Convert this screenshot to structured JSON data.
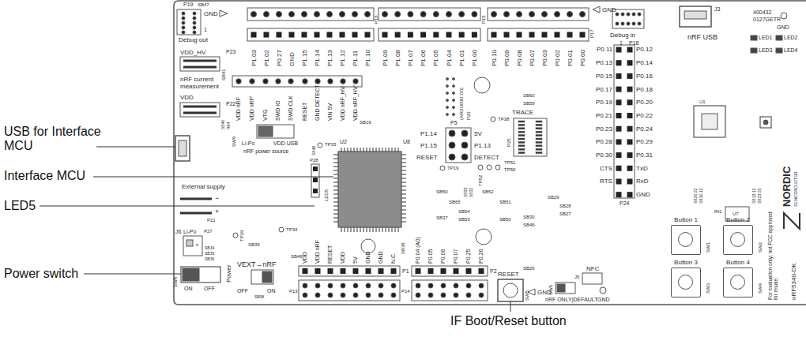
{
  "diagram": {
    "nodes": [
      {
        "text": [
          "Button 1"
        ]
      },
      {
        "text": [
          "Button 2"
        ]
      },
      {
        "text": [
          "Button 3"
        ]
      },
      {
        "text": [
          "Button 4"
        ]
      }
    ],
    "labels": [
      "USB for Interface MCU",
      "Interface MCU",
      "LED5",
      "Power switch",
      "IF Boot/Reset button",
      "P1.03",
      "P1.02",
      "P0.27",
      "GND",
      "P1.15",
      "P1.14",
      "P1.13",
      "P1.12",
      "P1.11",
      "P1.10",
      "P1.09",
      "P1.08",
      "P1.07",
      "P1.06",
      "P1.05",
      "P1.04",
      "P1.01",
      "P1.00",
      "P0.10",
      "P0.09",
      "P0.08",
      "P0.07",
      "P0.03",
      "P0.02",
      "P0.01",
      "P0.00",
      "VDD nRF",
      "VDD nRF'",
      "VTG",
      "SWD IO",
      "SWD CLK",
      "RESET",
      "GND DETECT",
      "VIN 5V",
      "VDD nRF_HV",
      "VDD nRF_HV'",
      "P0.11",
      "P0.13",
      "P0.15",
      "P0.17",
      "P0.19",
      "P0.21",
      "P0.23",
      "P0.28",
      "P0.30",
      "CTS",
      "RTS",
      "P0.12",
      "P0.14",
      "P0.16",
      "P0.18",
      "P0.20",
      "P0.22",
      "P0.24",
      "P0.29",
      "P0.31",
      "TxD",
      "RxD",
      "GND",
      "VDD",
      "VDD nRF",
      "RESET",
      "VDD",
      "5V",
      "GND",
      "GND",
      "N.C.",
      "P0.04 (A0)",
      "P0.05",
      "P0.06",
      "P0.07",
      "P0.25",
      "P0.26",
      "P19",
      "SB47",
      "GND",
      "1",
      "Debug out",
      "P23",
      "VDD_HV",
      "SB41",
      "nRF current measurement",
      "VDD",
      "P22",
      "SB40",
      "R64",
      "SW9",
      "Li-Po",
      "VDD USB",
      "nRF power source",
      "TP33",
      "SB19",
      "(ARDUINO D0)",
      "P20",
      "P16",
      "P15",
      "P17",
      "GND",
      "Debug in",
      "1",
      "P18",
      "nRF USB",
      "J3",
      "400432",
      "0127GETR",
      "GND",
      "LED1",
      "LED2",
      "LED3",
      "LED4",
      "P24",
      "SB60",
      "SB59",
      "TRACE",
      "P25",
      "TP38",
      "P5",
      "P1.14",
      "P1.15",
      "RESET",
      "5V",
      "P1.13",
      "DETECT",
      "TP19",
      "TP52",
      "TP51",
      "TP50",
      "U2",
      "U8",
      "P28",
      "SB46",
      "LED5",
      "External supply",
      "−",
      "+",
      "P21",
      "J6",
      "Li-Po",
      "P27",
      "+",
      "SB34",
      "SB35",
      "SB36",
      "TP29",
      "SB39",
      "TP34",
      "SB49",
      "SW8",
      "Power",
      "ON",
      "OFF",
      "VEXT→nRF",
      "OFF",
      "ON",
      "SB58",
      "SB38",
      "P1",
      "P2",
      "P13",
      "P14",
      "GND",
      "RESET",
      "SB26",
      "SW5",
      "SW6",
      "nRF ONLY|DEFAULT",
      "GND",
      "J5",
      "NFC",
      "SW1",
      "SW2",
      "SW3",
      "SW4",
      "For evaluation only; not FCC approved for resale.",
      "nRF5340-DK",
      "NORDIC",
      "SEMICONDUCTOR",
      "U1",
      "U7",
      "R42",
      "SB20-22",
      "SB10-12",
      "SB13-15",
      "SB23-25",
      "SB50",
      "SB65",
      "SB52",
      "SB33",
      "SB32",
      "SB37",
      "SB54",
      "SB53",
      "SB51",
      "SB50",
      "SB30",
      "SB46",
      "SB29",
      "SB28",
      "SB27"
    ]
  }
}
